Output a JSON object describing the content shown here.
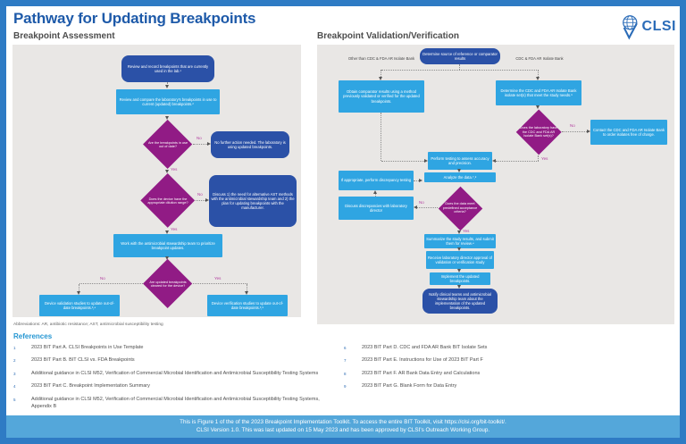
{
  "page": {
    "title": "Pathway for Updating Breakpoints",
    "logo_text": "CLSI"
  },
  "labels": {
    "yes": "Yes",
    "no": "No"
  },
  "assessment": {
    "heading": "Breakpoint Assessment",
    "nodes": {
      "review_record": "Review and record breakpoints that are currently used in the lab.¹",
      "review_compare": "Review and compare the laboratory's breakpoints in use to current (updated) breakpoints.²",
      "out_of_date_q": "Are the breakpoints in use out of date?",
      "no_action": "No further action needed. The laboratory is using updated breakpoints.",
      "dilution_q": "Does the device have the appropriate dilution range?",
      "discuss_alt": "Discuss 1) the need for alternative AST methods with the antimicrobial stewardship team and 2) the plan for updating breakpoints with the manufacturer.",
      "work_team": "Work with the antimicrobial stewardship team to prioritize breakpoint updates.",
      "cleared_q": "Are updated breakpoints cleared for the device?",
      "validation": "Device validation studies to update out-of-date breakpoints.³,⁴",
      "verification": "Device verification studies to update out-of-date breakpoints.³,⁵"
    }
  },
  "validation": {
    "heading": "Breakpoint Validation/Verification",
    "branch_other": "Other than CDC & FDA AR Isolate Bank",
    "branch_cdc": "CDC & FDA AR Isolate Bank",
    "nodes": {
      "source": "Determine source of reference or comparator results",
      "obtain": "Obtain comparator results using a method previously validated or verified for the updated breakpoints.",
      "determine_sets": "Determine the CDC and FDA AR Isolate Bank isolate set(s) that meet the study needs.⁶",
      "have_sets_q": "Does the laboratory have the CDC and FDA AR Isolate Bank set(s)?",
      "contact": "Contact the CDC and FDA AR Isolate Bank to order isolates free of charge.",
      "perform": "Perform testing to assess accuracy and precision.",
      "discrepancy": "If appropriate, perform discrepancy testing",
      "analyze": "Analyze the data.⁷,⁸",
      "discuss_director": "Discuss discrepancies with laboratory director",
      "criteria_q": "Does the data meet predefined acceptance criteria?",
      "summarize": "Summarize the study results, and submit them for review.⁴",
      "approval": "Receive laboratory director approval of validation or verification study",
      "implement": "Implement the updated breakpoints.",
      "notify": "Notify clinical teams and antimicrobial stewardship team about the implementation of the updated breakpoints."
    }
  },
  "abbreviations": "Abbreviations: AR, antibiotic resistance; AST, antimicrobial susceptibility testing",
  "references": {
    "heading": "References",
    "left": [
      {
        "num": "1",
        "text": "2023 BIT Part A. CLSI Breakpoints in Use Template"
      },
      {
        "num": "2",
        "text": "2023 BIT Part B. BIT CLSI vs. FDA Breakpoints"
      },
      {
        "num": "3",
        "text": "Additional guidance in CLSI M52, Verification of Commercial Microbial Identification and Antimicrobial Susceptibility Testing Systems"
      },
      {
        "num": "4",
        "text": "2023 BIT Part C. Breakpoint Implementation Summary"
      },
      {
        "num": "5",
        "text": "Additional guidance in CLSI M52, Verification of Commercial Microbial Identification and Antimicrobial Susceptibility Testing Systems, Appendix B"
      }
    ],
    "right": [
      {
        "num": "6",
        "text": "2023 BIT Part D. CDC and FDA AR Bank BIT Isolate Sets"
      },
      {
        "num": "7",
        "text": "2023 BIT Part E. Instructions for Use of 2023 BIT Part F"
      },
      {
        "num": "8",
        "text": "2023 BIT Part F. AR Bank Data Entry and Calculations"
      },
      {
        "num": "9",
        "text": "2023 BIT Part G. Blank Form for Data Entry"
      }
    ]
  },
  "footer": {
    "line1": "This is Figure 1 of the of the 2023 Breakpoint Implementation Toolkit. To access the entire BIT Toolkit, visit https://clsi.org/bit-toolkit/.",
    "line2": "CLSI Version 1.0. This was last updated on 15 May 2023 and has been approved by CLSI's Outreach Working Group."
  },
  "colors": {
    "frame": "#2e7bc4",
    "footer_band": "#54a7da",
    "node_blue": "#2b51a7",
    "node_cyan": "#2fa5e2",
    "node_purple": "#911b85",
    "title_blue": "#1e5aa9",
    "panel_gray": "#e9e7e5",
    "yes_no_magenta": "#b13c9e",
    "reference_heading": "#2596d2"
  }
}
